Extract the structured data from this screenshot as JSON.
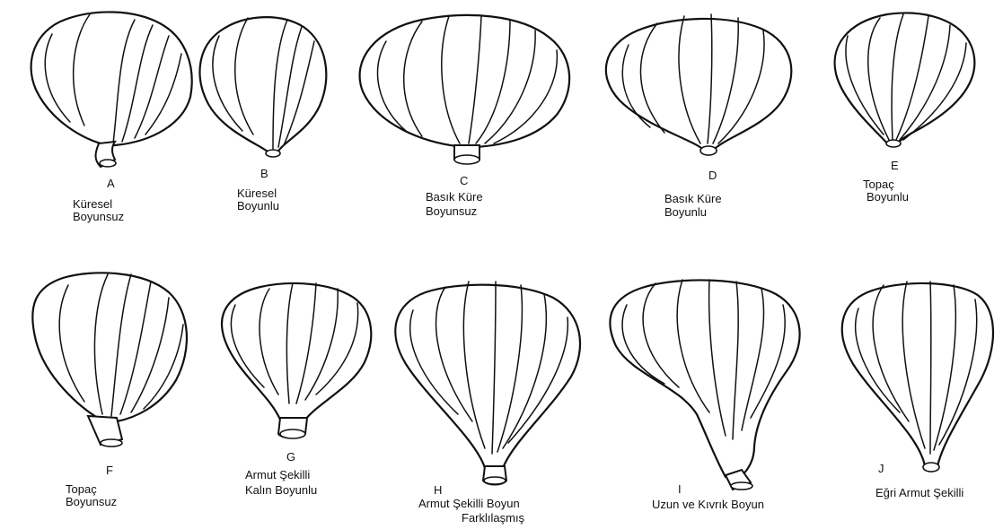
{
  "figures": [
    {
      "id": "a",
      "letter": "A",
      "line1": "Küresel",
      "line2": "Boyunsuz"
    },
    {
      "id": "b",
      "letter": "B",
      "line1": "Küresel",
      "line2": "Boyunlu"
    },
    {
      "id": "c",
      "letter": "C",
      "line1": "Basık Küre",
      "line2": "Boyunsuz"
    },
    {
      "id": "d",
      "letter": "D",
      "line1": "Basık Küre",
      "line2": "Boyunlu"
    },
    {
      "id": "e",
      "letter": "E",
      "line1": "Topaç",
      "line2": "Boyunlu"
    },
    {
      "id": "f",
      "letter": "F",
      "line1": "Topaç",
      "line2": "Boyunsuz"
    },
    {
      "id": "g",
      "letter": "G",
      "line1": "Armut Şekilli",
      "line2": "Kalın Boyunlu"
    },
    {
      "id": "h",
      "letter": "H",
      "line1": "Armut Şekilli Boyun",
      "line2": "Farklılaşmış"
    },
    {
      "id": "i",
      "letter": "I",
      "line1": "Uzun ve Kıvrık Boyun",
      "line2": ""
    },
    {
      "id": "j",
      "letter": "J",
      "line1": "Eğri Armut Şekilli",
      "line2": ""
    }
  ]
}
